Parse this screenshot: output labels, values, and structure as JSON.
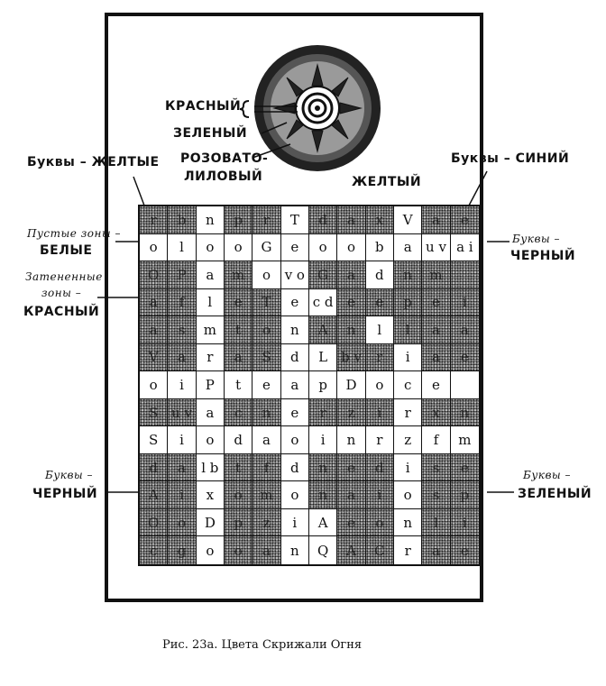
{
  "labels": {
    "red_top": "КРАСНЫЙ",
    "green_top": "ЗЕЛЕНЫЙ",
    "pink_violet_1": "РОЗОВАТО-",
    "pink_violet_2": "ЛИЛОВЫЙ",
    "yellow_mid": "ЖЕЛТЫЙ",
    "letters_yellow": "Буквы – ЖЕЛТЫЕ",
    "letters_blue": "Буквы – СИНИЙ",
    "empty_zones_1": "Пустые зоны –",
    "empty_zones_2": "БЕЛЫЕ",
    "shaded_zones_1": "Затененные",
    "shaded_zones_2": "зоны –",
    "shaded_zones_3": "КРАСНЫЙ",
    "right_black_1": "Буквы –",
    "right_black_2": "ЧЕРНЫЙ",
    "left_black_1": "Буквы –",
    "left_black_2": "ЧЕРНЫЙ",
    "right_green_1": "Буквы –",
    "right_green_2": "ЗЕЛЕНЫЙ"
  },
  "caption": "Рис. 23а. Цвета Скрижали Огня",
  "grid": {
    "rows": [
      [
        "r",
        "b",
        "n",
        "p",
        "r",
        "T",
        "d",
        "a",
        "x",
        "V",
        "a",
        "e"
      ],
      [
        "o",
        "l",
        "o",
        "o",
        "G",
        "e",
        "o",
        "o",
        "b",
        "a",
        "u v",
        "a i"
      ],
      [
        "O",
        "P",
        "a",
        "m",
        "o",
        "v o",
        "G",
        "a",
        "d",
        "n",
        "m",
        ""
      ],
      [
        "a",
        "f",
        "l",
        "e",
        "T",
        "e",
        "c d",
        "e",
        "e",
        "p",
        "e",
        "i"
      ],
      [
        "a",
        "s",
        "m",
        "t",
        "o",
        "n",
        "A",
        "n",
        "l",
        "l",
        "a",
        "a"
      ],
      [
        "V",
        "a",
        "r",
        "a",
        "S",
        "d",
        "L",
        "b v",
        "r",
        "i",
        "a",
        "e"
      ],
      [
        "o",
        "i",
        "P",
        "t",
        "e",
        "a",
        "p",
        "D",
        "o",
        "c",
        "e",
        ""
      ],
      [
        "S",
        "u v",
        "a",
        "c",
        "n",
        "e",
        "r",
        "z",
        "i",
        "r",
        "x",
        "n"
      ],
      [
        "S",
        "i",
        "o",
        "d",
        "a",
        "o",
        "i",
        "n",
        "r",
        "z",
        "f",
        "m"
      ],
      [
        "d",
        "a",
        "l b",
        "t",
        "f",
        "d",
        "n",
        "e",
        "d",
        "i",
        "s",
        "e"
      ],
      [
        "A",
        "i",
        "x",
        "o",
        "m",
        "o",
        "n",
        "a",
        "i",
        "o",
        "s",
        "p"
      ],
      [
        "O",
        "o",
        "D",
        "p",
        "z",
        "i",
        "A",
        "e",
        "o",
        "n",
        "l",
        "i"
      ],
      [
        "c",
        "g",
        "o",
        "o",
        "a",
        "n",
        "Q",
        "A",
        "C",
        "r",
        "a",
        "e"
      ]
    ],
    "shaded": [
      [
        1,
        1,
        0,
        1,
        1,
        0,
        1,
        1,
        1,
        0,
        1,
        1
      ],
      [
        0,
        0,
        0,
        0,
        0,
        0,
        0,
        0,
        0,
        0,
        0,
        0
      ],
      [
        1,
        1,
        0,
        1,
        0,
        0,
        1,
        1,
        0,
        1,
        1,
        1
      ],
      [
        1,
        1,
        0,
        1,
        1,
        0,
        0,
        1,
        1,
        1,
        1,
        1
      ],
      [
        1,
        1,
        0,
        1,
        1,
        0,
        1,
        1,
        0,
        1,
        1,
        1
      ],
      [
        1,
        1,
        0,
        1,
        1,
        0,
        0,
        1,
        1,
        0,
        1,
        1
      ],
      [
        0,
        0,
        0,
        0,
        0,
        0,
        0,
        0,
        0,
        0,
        0,
        0
      ],
      [
        1,
        1,
        0,
        1,
        1,
        0,
        1,
        1,
        1,
        0,
        1,
        1
      ],
      [
        0,
        0,
        0,
        0,
        0,
        0,
        0,
        0,
        0,
        0,
        0,
        0
      ],
      [
        1,
        1,
        0,
        1,
        1,
        0,
        1,
        1,
        1,
        0,
        1,
        1
      ],
      [
        1,
        1,
        0,
        1,
        1,
        0,
        1,
        1,
        1,
        0,
        1,
        1
      ],
      [
        1,
        1,
        0,
        1,
        1,
        0,
        0,
        1,
        1,
        0,
        1,
        1
      ],
      [
        1,
        1,
        0,
        1,
        1,
        0,
        0,
        1,
        1,
        0,
        1,
        1
      ]
    ]
  }
}
